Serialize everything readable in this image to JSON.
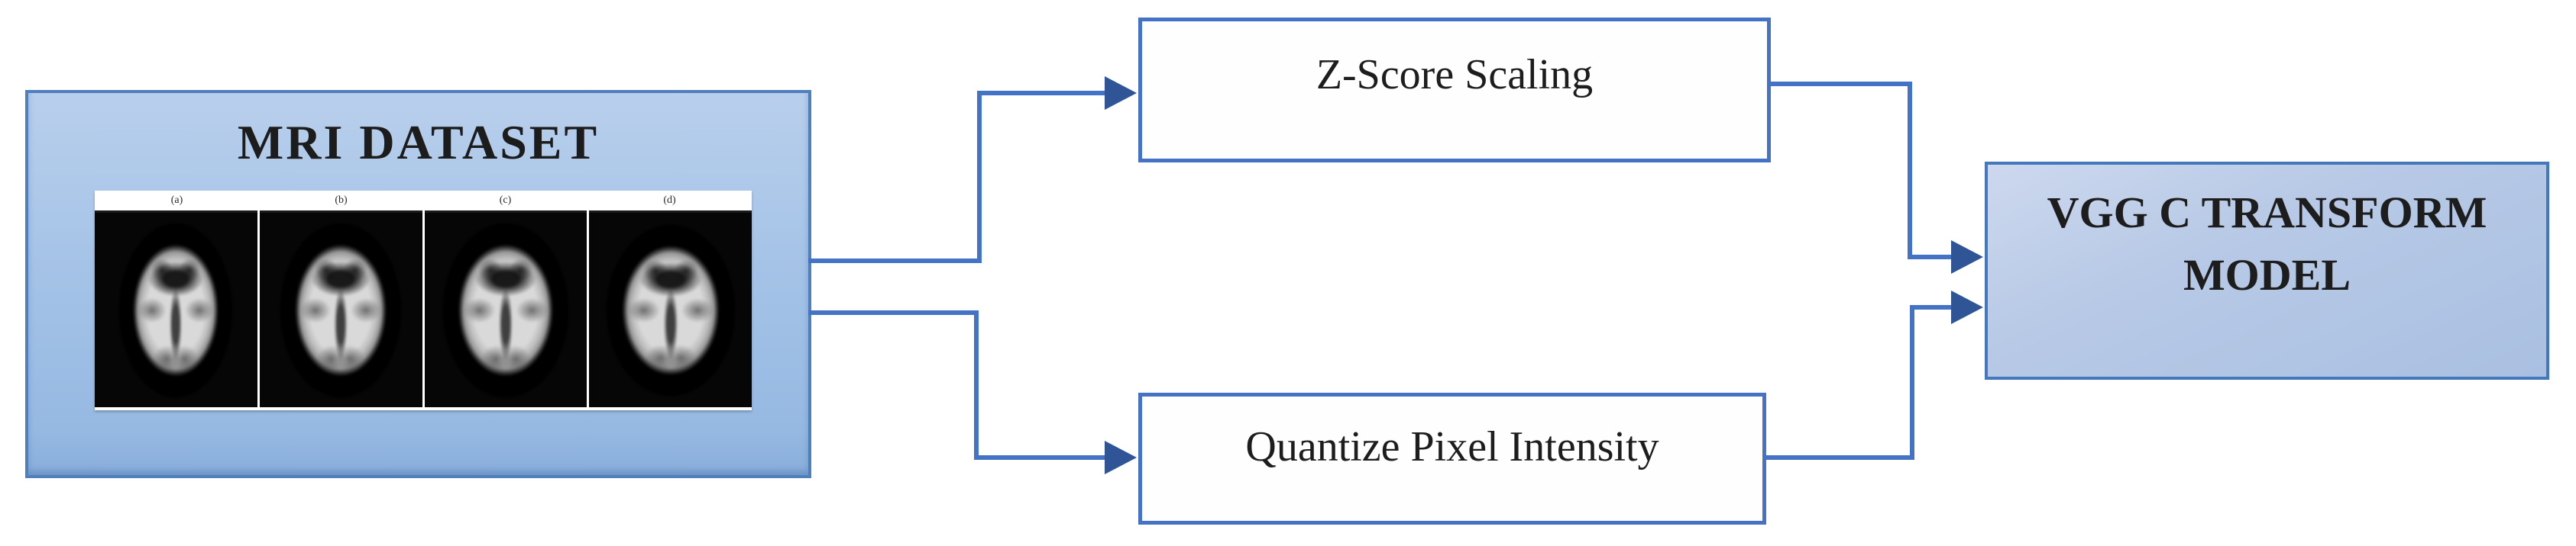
{
  "nodes": {
    "mri": {
      "title": "MRI DATASET",
      "panel_labels": [
        "(a)",
        "(b)",
        "(c)",
        "(d)"
      ],
      "panel_count": 4,
      "panel_content": "axial brain MRI slice"
    },
    "zscore": {
      "label": "Z-Score Scaling"
    },
    "quantize": {
      "label": "Quantize Pixel Intensity"
    },
    "vgg": {
      "label": "VGG C TRANSFORM MODEL"
    }
  },
  "edges": [
    {
      "from": "mri",
      "to": "zscore"
    },
    {
      "from": "mri",
      "to": "quantize"
    },
    {
      "from": "zscore",
      "to": "vgg"
    },
    {
      "from": "quantize",
      "to": "vgg"
    }
  ],
  "colors": {
    "connector_line": "#4472C4",
    "arrowhead": "#2F5597",
    "process_border": "#4472C4",
    "mri_fill": "#A5C3E7",
    "mri_border": "#4D80BD",
    "vgg_fill": "#B7C9E6",
    "process_fill": "#FEFEFE",
    "text": "#1D1D1D",
    "slice_panel_bg": "#060606"
  }
}
